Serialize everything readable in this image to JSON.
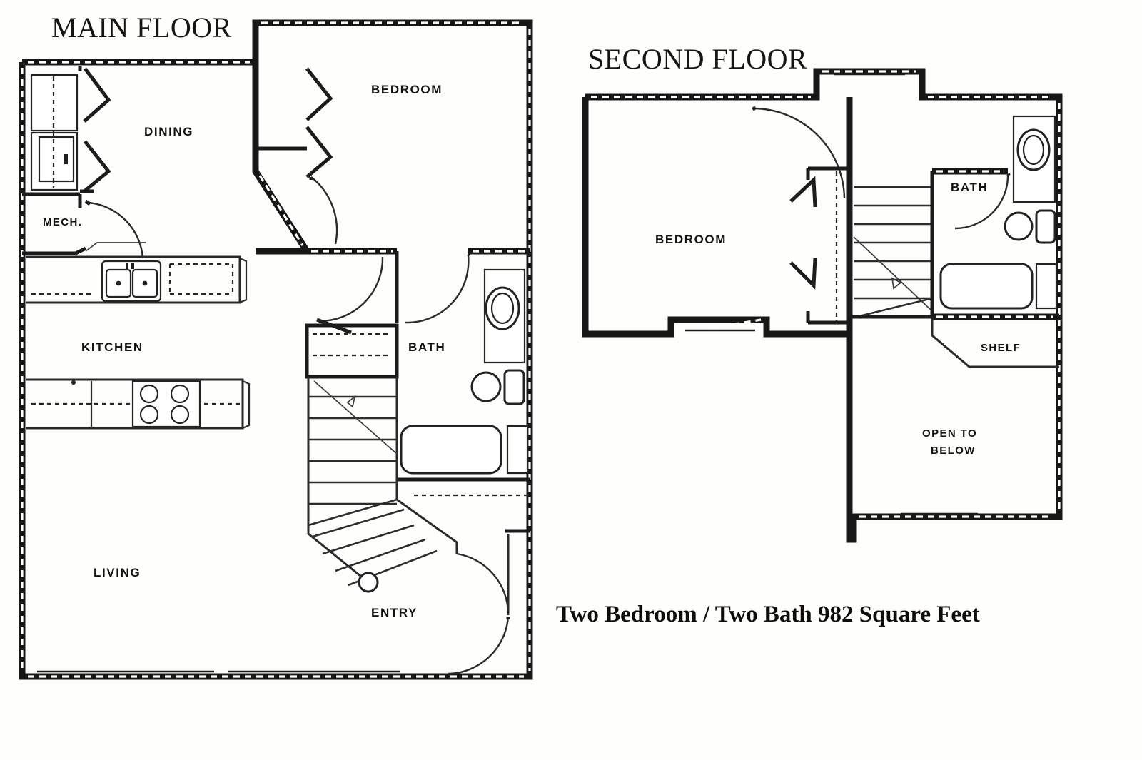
{
  "document": {
    "kind": "apartment-floor-plan",
    "caption": "Two Bedroom / Two Bath  982 Square Feet"
  },
  "main_floor": {
    "title": "MAIN FLOOR",
    "rooms": [
      {
        "key": "dining",
        "label": "DINING"
      },
      {
        "key": "bedroom",
        "label": "BEDROOM"
      },
      {
        "key": "mech",
        "label": "MECH."
      },
      {
        "key": "kitchen",
        "label": "KITCHEN"
      },
      {
        "key": "bath",
        "label": "BATH"
      },
      {
        "key": "living",
        "label": "LIVING"
      },
      {
        "key": "entry",
        "label": "ENTRY"
      }
    ]
  },
  "second_floor": {
    "title": "SECOND FLOOR",
    "rooms": [
      {
        "key": "bedroom",
        "label": "BEDROOM"
      },
      {
        "key": "bath",
        "label": "BATH"
      },
      {
        "key": "shelf",
        "label": "SHELF"
      },
      {
        "key": "open",
        "label_line1": "OPEN TO",
        "label_line2": "BELOW"
      }
    ]
  },
  "colors": {
    "paper": "#fefefd",
    "ink": "#171717",
    "label_ink": "#15130e"
  }
}
